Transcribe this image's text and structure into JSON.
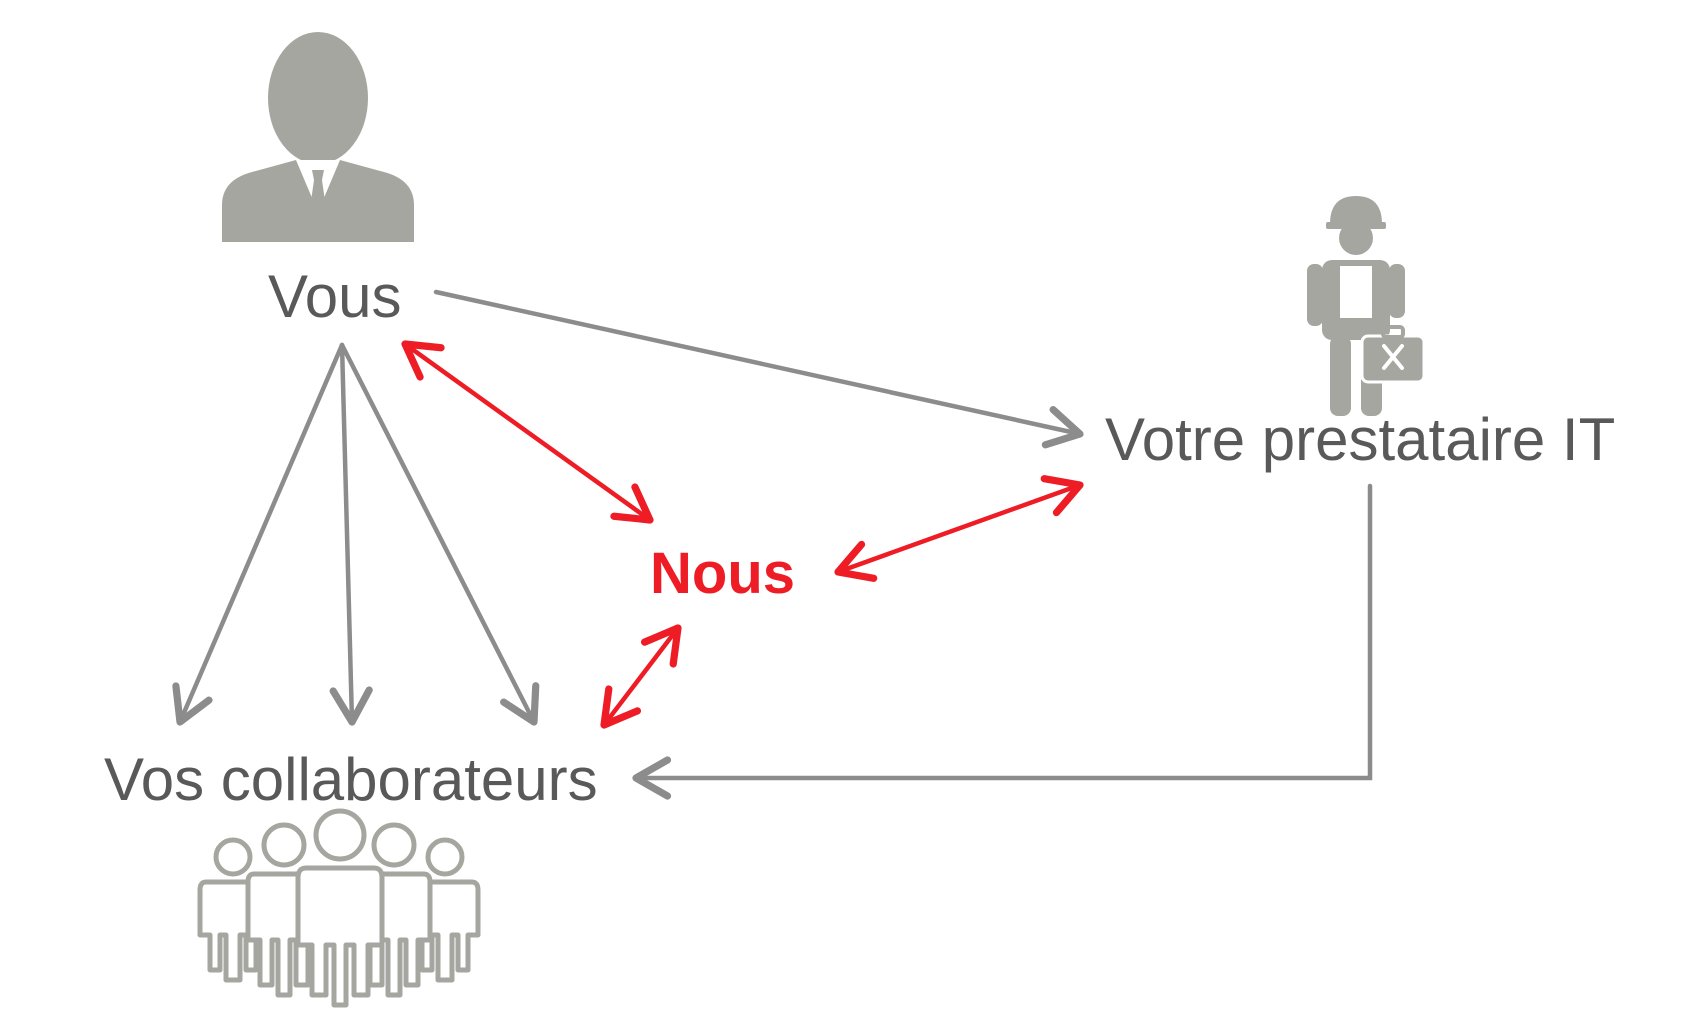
{
  "nodes": {
    "vous": {
      "label": "Vous",
      "icon": "businessman-icon"
    },
    "prestataire": {
      "label": "Votre prestataire IT",
      "icon": "technician-with-toolbox-icon"
    },
    "nous": {
      "label": "Nous",
      "color": "#ee1c25"
    },
    "collaborateurs": {
      "label": "Vos collaborateurs",
      "icon": "group-of-people-icon"
    }
  },
  "colors": {
    "text": "#595959",
    "icon": "#a6a6a1",
    "gray_arrow": "#8c8c8c",
    "red_arrow": "#ee1c25"
  },
  "edges": [
    {
      "from": "vous",
      "to": "prestataire",
      "style": "gray",
      "direction": "one-way"
    },
    {
      "from": "vous",
      "to": "collaborateurs",
      "style": "gray",
      "direction": "one-way",
      "count": 3
    },
    {
      "from": "prestataire",
      "to": "collaborateurs",
      "style": "gray",
      "direction": "one-way"
    },
    {
      "from": "nous",
      "to": "vous",
      "style": "red",
      "direction": "two-way"
    },
    {
      "from": "nous",
      "to": "prestataire",
      "style": "red",
      "direction": "two-way"
    },
    {
      "from": "nous",
      "to": "collaborateurs",
      "style": "red",
      "direction": "two-way"
    }
  ]
}
